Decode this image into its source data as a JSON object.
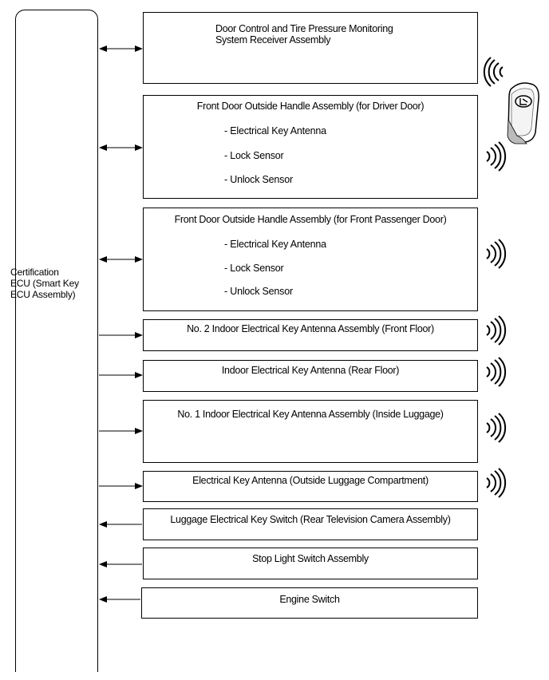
{
  "ecu": {
    "label": "Certification ECU (Smart Key ECU Assembly)"
  },
  "boxes": [
    {
      "title": "Door Control and Tire Pressure Monitoring System Receiver Assembly",
      "arrow": "both",
      "antenna": false,
      "items": []
    },
    {
      "title": "Front Door Outside Handle Assembly (for Driver Door)",
      "arrow": "both",
      "antenna": true,
      "items": [
        "- Electrical Key Antenna",
        "- Lock Sensor",
        "- Unlock Sensor"
      ]
    },
    {
      "title": "Front Door Outside Handle Assembly (for Front Passenger Door)",
      "arrow": "both",
      "antenna": true,
      "items": [
        "- Electrical Key Antenna",
        "- Lock Sensor",
        "- Unlock Sensor"
      ]
    },
    {
      "title": "No. 2 Indoor Electrical Key Antenna Assembly (Front Floor)",
      "arrow": "to-device",
      "antenna": true,
      "items": []
    },
    {
      "title": "Indoor Electrical Key Antenna (Rear Floor)",
      "arrow": "to-device",
      "antenna": true,
      "items": []
    },
    {
      "title": "No. 1 Indoor Electrical Key Antenna Assembly (Inside Luggage)",
      "arrow": "to-device",
      "antenna": true,
      "items": []
    },
    {
      "title": "Electrical Key Antenna (Outside Luggage Compartment)",
      "arrow": "to-device",
      "antenna": true,
      "items": []
    },
    {
      "title": "Luggage Electrical Key Switch (Rear Television Camera Assembly)",
      "arrow": "to-ecu",
      "antenna": false,
      "items": []
    },
    {
      "title": "Stop Light Switch Assembly",
      "arrow": "to-ecu",
      "antenna": false,
      "items": []
    },
    {
      "title": "Engine Switch",
      "arrow": "to-ecu",
      "antenna": false,
      "items": []
    }
  ],
  "key_fob": {
    "icon": "smart-key-fob-icon"
  }
}
